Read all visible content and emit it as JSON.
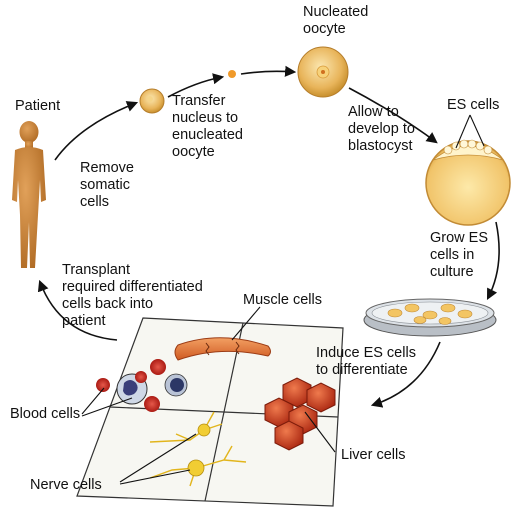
{
  "labels": {
    "patient": "Patient",
    "nucleated_oocyte": "Nucleated\noocyte",
    "transfer_nucleus": "Transfer\nnucleus to\nenucleated\noocyte",
    "remove_somatic": "Remove\nsomatic\ncells",
    "allow_develop": "Allow to\ndevelop to\nblastocyst",
    "es_cells": "ES cells",
    "grow_es": "Grow ES\ncells in\nculture",
    "transplant": "Transplant\nrequired differentiated\ncells back into\npatient",
    "muscle_cells": "Muscle cells",
    "induce_es": "Induce ES cells\nto differentiate",
    "blood_cells": "Blood cells",
    "liver_cells": "Liver cells",
    "nerve_cells": "Nerve cells"
  },
  "colors": {
    "human_silhouette": "#c47a2e",
    "oocyte_fill": "#e8b45a",
    "blastocyst_fill": "#f1c46a",
    "muscle_fill": "#e2763a",
    "liver_fill": "#c93a22",
    "blood_red": "#c8241b",
    "nerve_yellow": "#f1cd33",
    "arrow": "#111111"
  }
}
